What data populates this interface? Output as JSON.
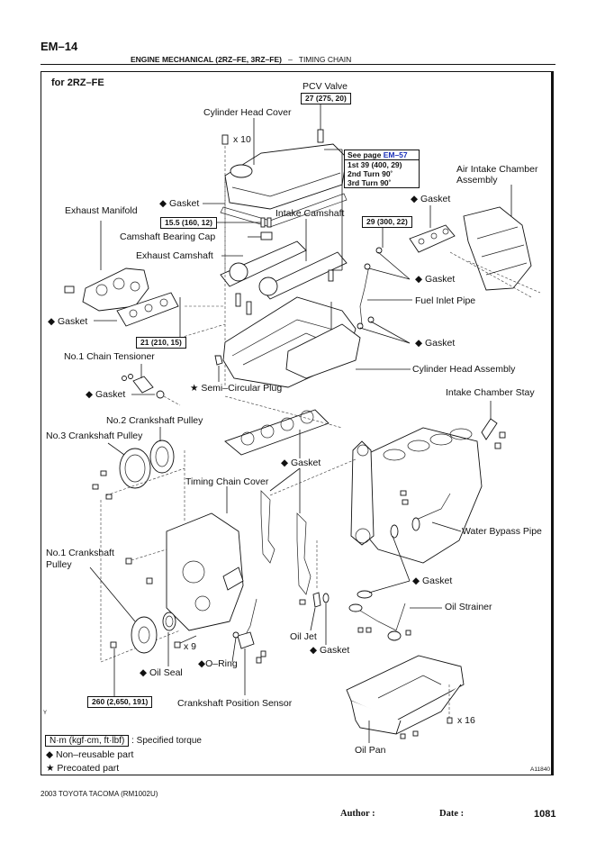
{
  "header": {
    "page_id": "EM–14",
    "section_title": "ENGINE MECHANICAL (2RZ–FE, 3RZ–FE)",
    "separator": "–",
    "subsection": "TIMING CHAIN"
  },
  "diagram": {
    "variant_label": "for 2RZ–FE",
    "figure_id": "A11840",
    "corner_mark": "Y",
    "spec_box": {
      "see_page_prefix": "See page",
      "see_page_link": "EM–57",
      "step1": "1st 39 (400, 29)",
      "step2": "2nd Turn 90˚",
      "step3": "3rd Turn 90˚",
      "link_color": "#1a2fb8"
    },
    "torques": {
      "pcv_valve": "27 (275, 20)",
      "camshaft_bearing_cap": "15.5 (160, 12)",
      "intake_manifold": "29 (300, 22)",
      "exhaust_manifold": "21 (210, 15)",
      "crankshaft_pulley": "260 (2,650, 191)"
    },
    "labels": {
      "pcv_valve": "PCV Valve",
      "cylinder_head_cover": "Cylinder Head Cover",
      "cover_bolt_count": "x 10",
      "gasket_head_cover": "◆ Gasket",
      "exhaust_manifold": "Exhaust Manifold",
      "intake_camshaft": "Intake Camshaft",
      "camshaft_bearing_cap": "Camshaft Bearing Cap",
      "exhaust_camshaft": "Exhaust Camshaft",
      "air_intake_chamber": "Air Intake Chamber",
      "air_intake_chamber_2": "Assembly",
      "gasket_intake_chamber": "◆ Gasket",
      "gasket_fuel_upper": "◆ Gasket",
      "fuel_inlet_pipe": "Fuel Inlet Pipe",
      "gasket_fuel_lower": "◆ Gasket",
      "gasket_exhaust_manifold": "◆ Gasket",
      "no1_chain_tensioner": "No.1 Chain Tensioner",
      "gasket_tensioner": "◆ Gasket",
      "semi_circular_plug": "★ Semi–Circular Plug",
      "cylinder_head_assembly": "Cylinder Head Assembly",
      "intake_chamber_stay": "Intake Chamber Stay",
      "no2_crankshaft_pulley": "No.2 Crankshaft Pulley",
      "no3_crankshaft_pulley": "No.3 Crankshaft Pulley",
      "gasket_head": "◆ Gasket",
      "timing_chain_cover": "Timing Chain Cover",
      "water_bypass_pipe": "Water Bypass Pipe",
      "no1_crankshaft_pulley": "No.1 Crankshaft",
      "no1_crankshaft_pulley_2": "Pulley",
      "gasket_strainer": "◆ Gasket",
      "oil_strainer": "Oil Strainer",
      "cover_bolt_count_9": "x 9",
      "oil_jet": "Oil Jet",
      "gasket_oil_jet": "◆ Gasket",
      "o_ring": "◆O–Ring",
      "oil_seal": "◆ Oil Seal",
      "crankshaft_position_sensor": "Crankshaft Position Sensor",
      "oil_pan_bolt_count": "x 16",
      "oil_pan": "Oil Pan"
    },
    "legend": {
      "torque_unit": "N·m (kgf·cm, ft·lbf)",
      "torque_desc": ": Specified torque",
      "non_reusable": "◆ Non–reusable part",
      "precoated": "★ Precoated part"
    }
  },
  "footer": {
    "vehicle": "2003 TOYOTA TACOMA   (RM1002U)",
    "author_label": "Author :",
    "date_label": "Date :",
    "page_number": "1081"
  }
}
